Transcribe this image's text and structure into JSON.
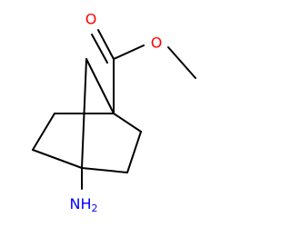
{
  "molecule": {
    "atoms": {
      "carbonyl_oxygen": {
        "label": "O",
        "color": "#ff0000"
      },
      "ester_oxygen": {
        "label": "O",
        "color": "#ff0000"
      },
      "amine_nitrogen": {
        "label": "NH",
        "subscript": "2",
        "color": "#0000ff"
      }
    },
    "bond_color": "#000000",
    "background": "#ffffff"
  }
}
